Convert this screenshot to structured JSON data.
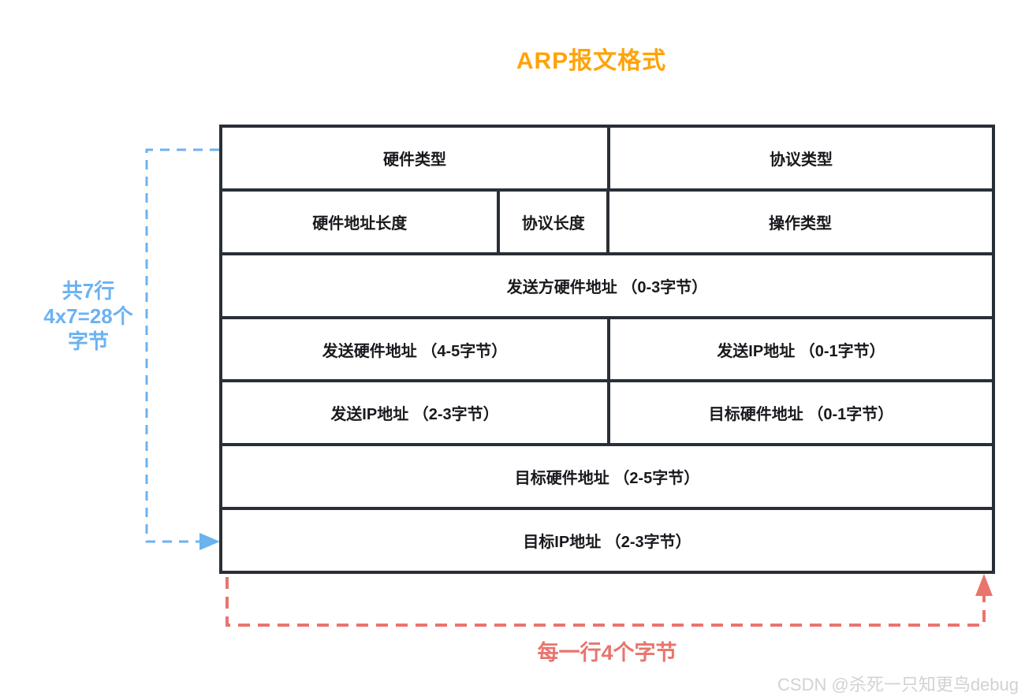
{
  "title": "ARP报文格式",
  "table": {
    "rows": [
      {
        "cells": [
          {
            "label": "硬件类型"
          },
          {
            "label": "协议类型"
          }
        ]
      },
      {
        "cells": [
          {
            "label": "硬件地址长度"
          },
          {
            "label": "协议长度"
          },
          {
            "label": "操作类型"
          }
        ]
      },
      {
        "cells": [
          {
            "label": "发送方硬件地址 （0-3字节）"
          }
        ]
      },
      {
        "cells": [
          {
            "label": "发送硬件地址 （4-5字节）"
          },
          {
            "label": "发送IP地址 （0-1字节）"
          }
        ]
      },
      {
        "cells": [
          {
            "label": "发送IP地址 （2-3字节）"
          },
          {
            "label": "目标硬件地址 （0-1字节）"
          }
        ]
      },
      {
        "cells": [
          {
            "label": "目标硬件地址 （2-5字节）"
          }
        ]
      },
      {
        "cells": [
          {
            "label": "目标IP地址 （2-3字节）"
          }
        ]
      }
    ]
  },
  "annotation_left": {
    "lines": [
      "共7行",
      "4x7=28个",
      "字节"
    ]
  },
  "annotation_bottom": {
    "label": "每一行4个字节"
  },
  "watermark": "CSDN @杀死一只知更鸟debug",
  "colors": {
    "title": "#ffa30a",
    "table_border": "#2a2f36",
    "cell_text": "#17191d",
    "blue_annotation": "#6cb2f0",
    "red_annotation": "#e8756e",
    "watermark": "#d2d2d2"
  }
}
